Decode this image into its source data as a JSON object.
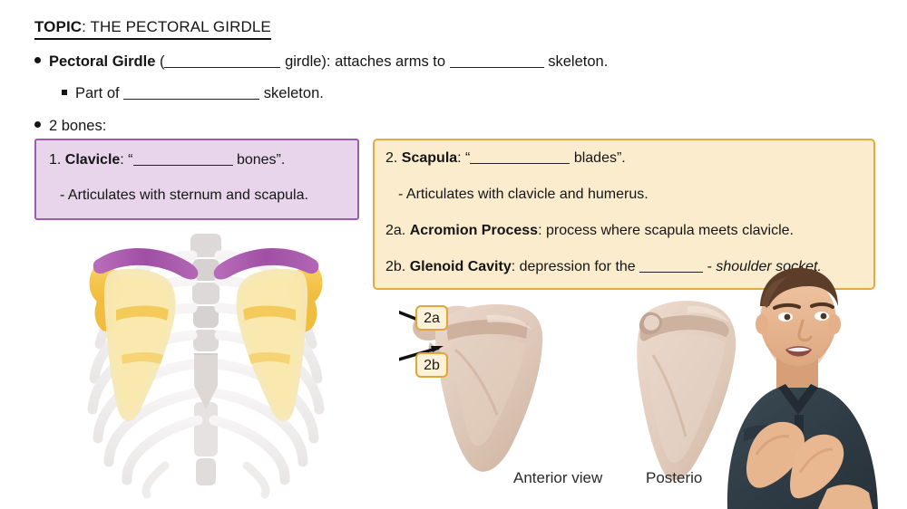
{
  "slide": {
    "topic_label": "TOPIC",
    "topic_sep": ": ",
    "topic_title": "THE PECTORAL GIRDLE"
  },
  "bullets": {
    "b1_term": "Pectoral Girdle",
    "b1_open_paren": " (",
    "b1_mid": " girdle): attaches arms to ",
    "b1_end": " skeleton.",
    "b2_pre": "Part of ",
    "b2_end": " skeleton.",
    "b3_text": "2 bones:"
  },
  "clavicle_box": {
    "number": "1. ",
    "term": "Clavicle",
    "colon_quote": ": “",
    "after_blank": " bones”.",
    "line2": "- Articulates with sternum and scapula.",
    "fill_color": "#e8d5ec",
    "border_color": "#9d5bab"
  },
  "scapula_box": {
    "number": "2. ",
    "term": "Scapula",
    "colon_quote": ": “",
    "after_blank": " blades”.",
    "line2": "- Articulates with clavicle and humerus.",
    "line3_num": "2a. ",
    "line3_term": "Acromion Process",
    "line3_rest": ": process where scapula meets clavicle.",
    "line4_num": "2b. ",
    "line4_term": "Glenoid Cavity",
    "line4_mid": ": depression for the ",
    "line4_dash": " - ",
    "line4_italic": "shoulder socket.",
    "fill_color": "#fbeccd",
    "border_color": "#e8a93c"
  },
  "callouts": {
    "acromion_label": "2a",
    "glenoid_label": "2b"
  },
  "captions": {
    "anterior": "Anterior view",
    "posterior": "Posterio"
  },
  "illustration_colors": {
    "rib_bone": "#f2f0ef",
    "rib_shadow": "#e3e0e0",
    "clavicle_highlight": "#a559a8",
    "scapula_highlight": "#f5c84c",
    "scapula_bone": "#d9c2b4",
    "scapula_bone_light": "#e6d2c5",
    "scapula_bone_dark": "#c4a794"
  },
  "presenter": {
    "shirt_color": "#323f48",
    "skin_color": "#e7b894",
    "hair_color": "#5a3b28"
  }
}
